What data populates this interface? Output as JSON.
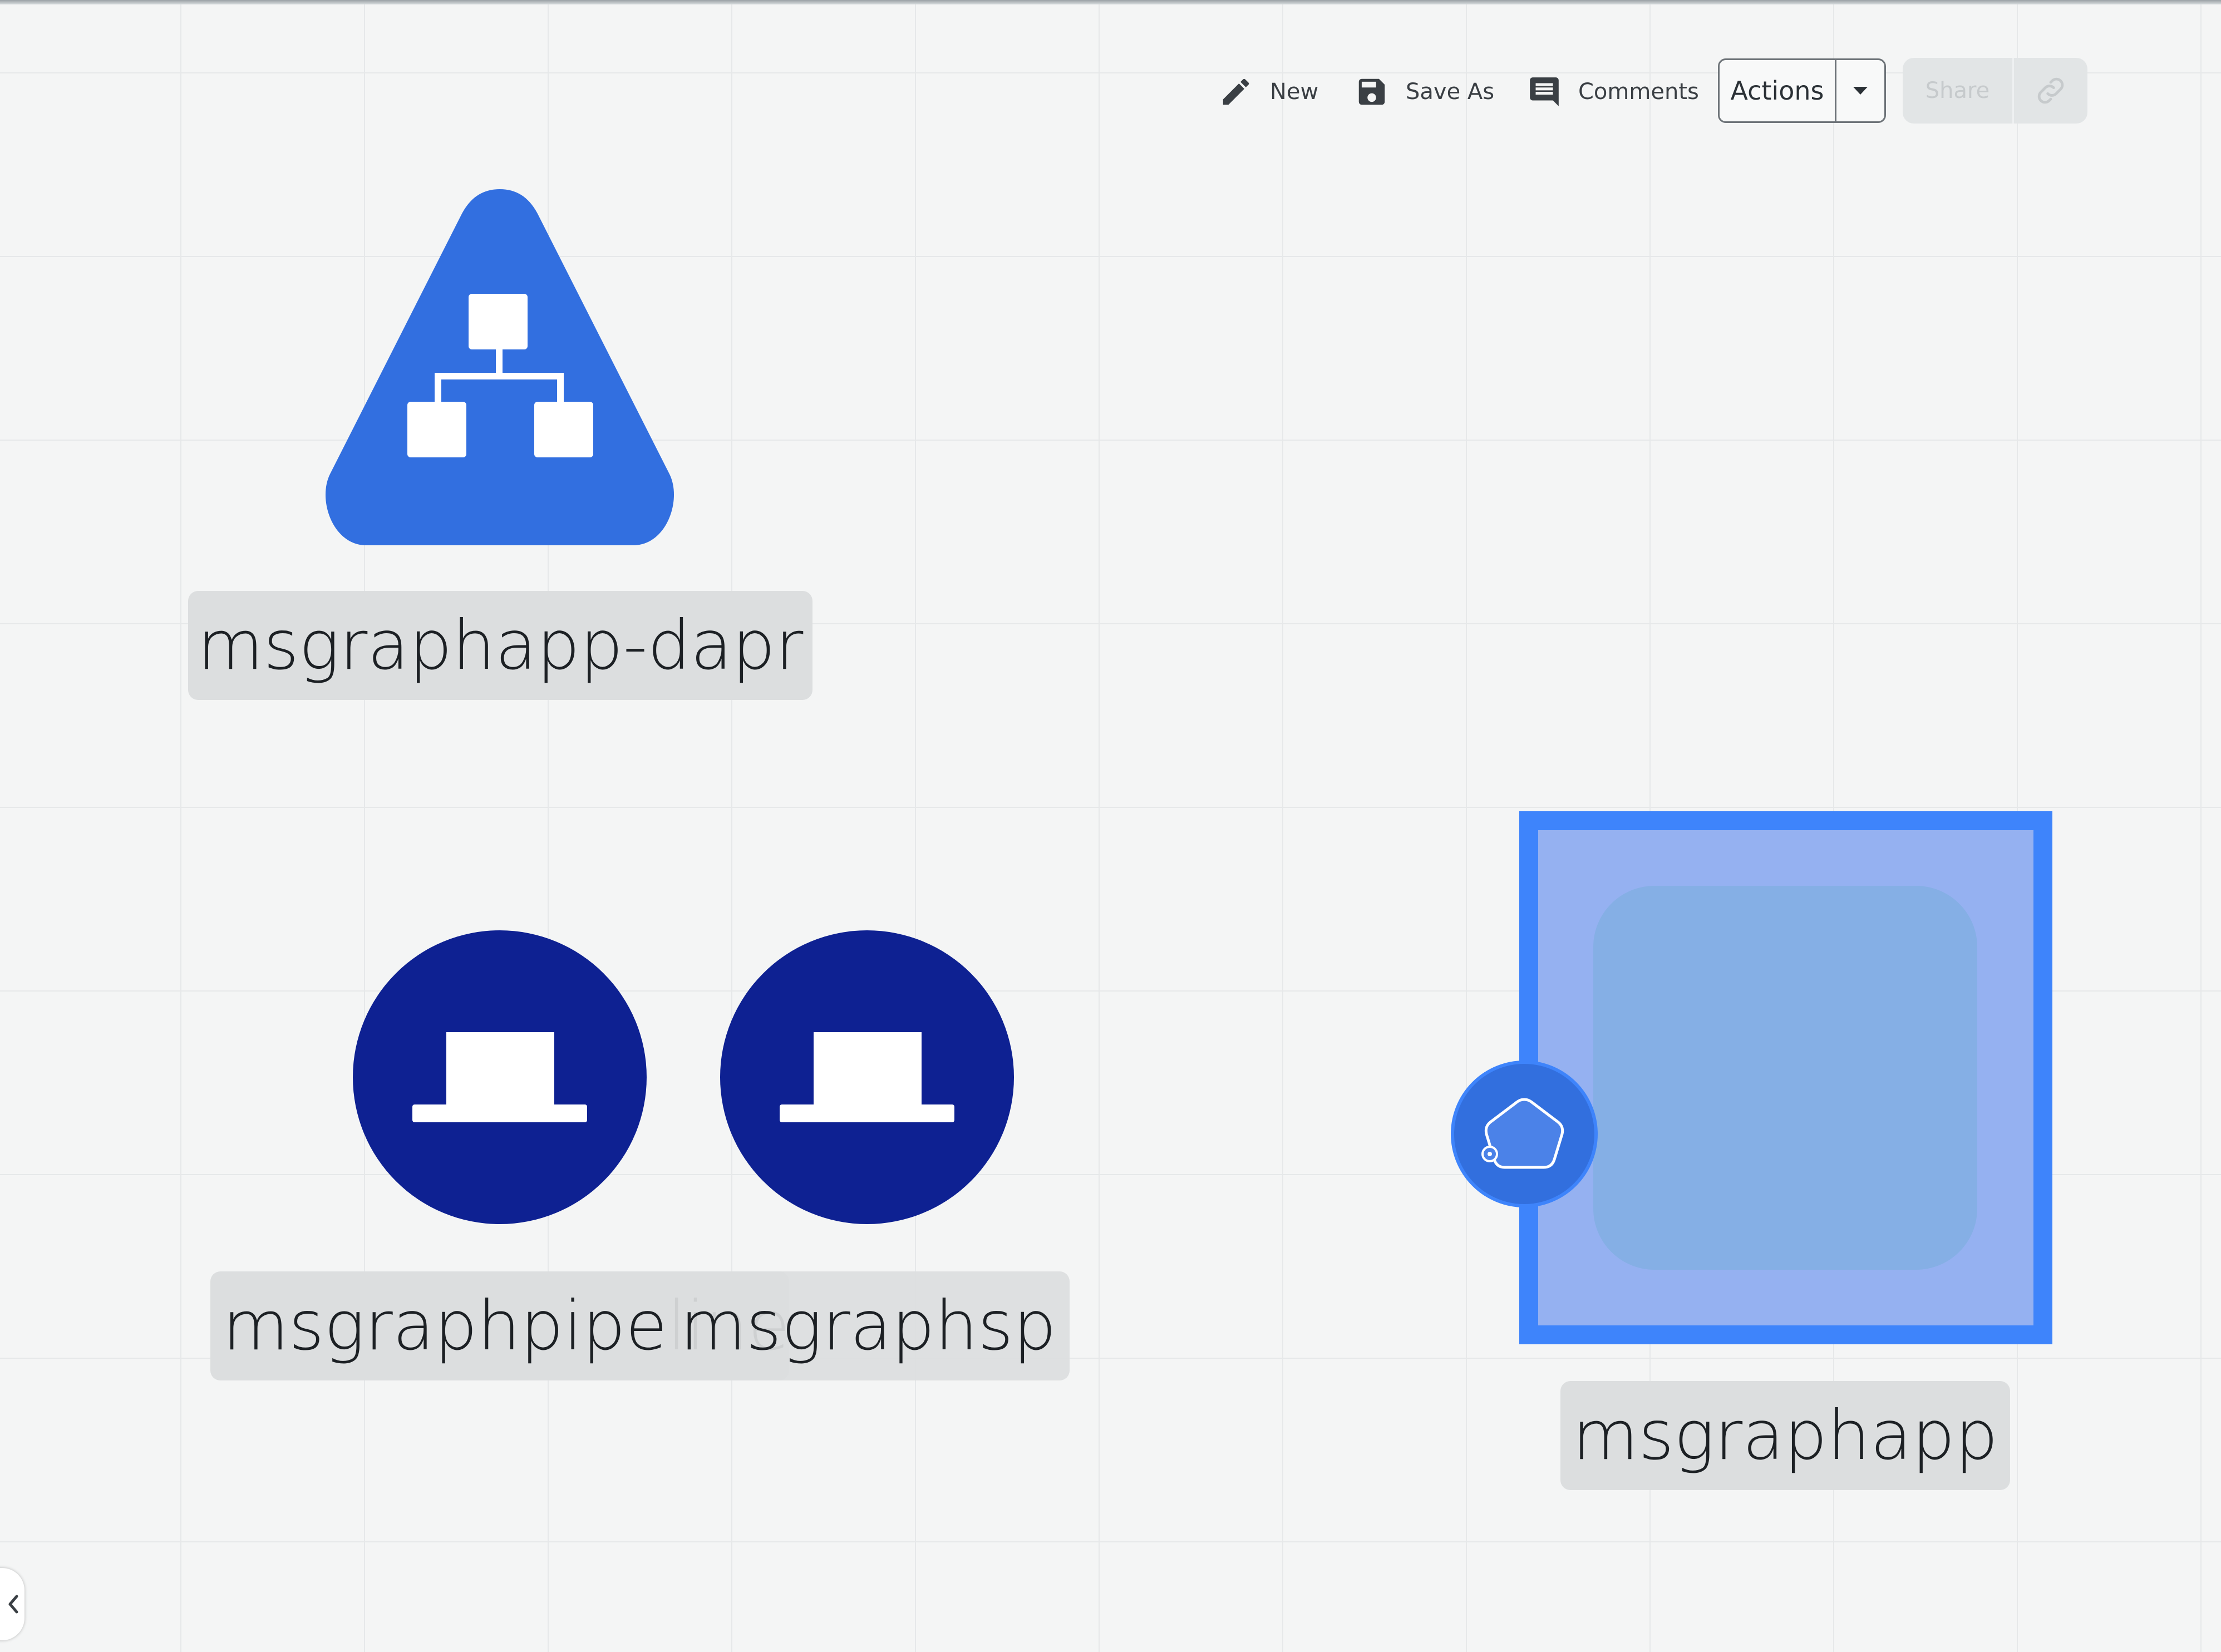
{
  "toolbar": {
    "new_label": "New",
    "save_as_label": "Save As",
    "comments_label": "Comments",
    "actions_label": "Actions",
    "share_label": "Share"
  },
  "canvas": {
    "nodes": [
      {
        "label": "msgraphapp-dapr",
        "icon": "network-hierarchy-icon",
        "shape": "triangle",
        "color": "#326fe0"
      },
      {
        "label": "msgraphpipeline",
        "icon": "laptop-icon",
        "shape": "circle",
        "color": "#0e2192"
      },
      {
        "label": "msgraphsp",
        "icon": "laptop-icon",
        "shape": "circle",
        "color": "#0e2192"
      },
      {
        "label": "msgraphapp",
        "icon": "pentagon-icon",
        "shape": "square",
        "color": "#3e84fb"
      }
    ]
  },
  "colors": {
    "accent": "#3e84fb",
    "node_navy": "#0e2192",
    "node_blue": "#326fe0",
    "canvas_bg": "#f4f5f5"
  }
}
